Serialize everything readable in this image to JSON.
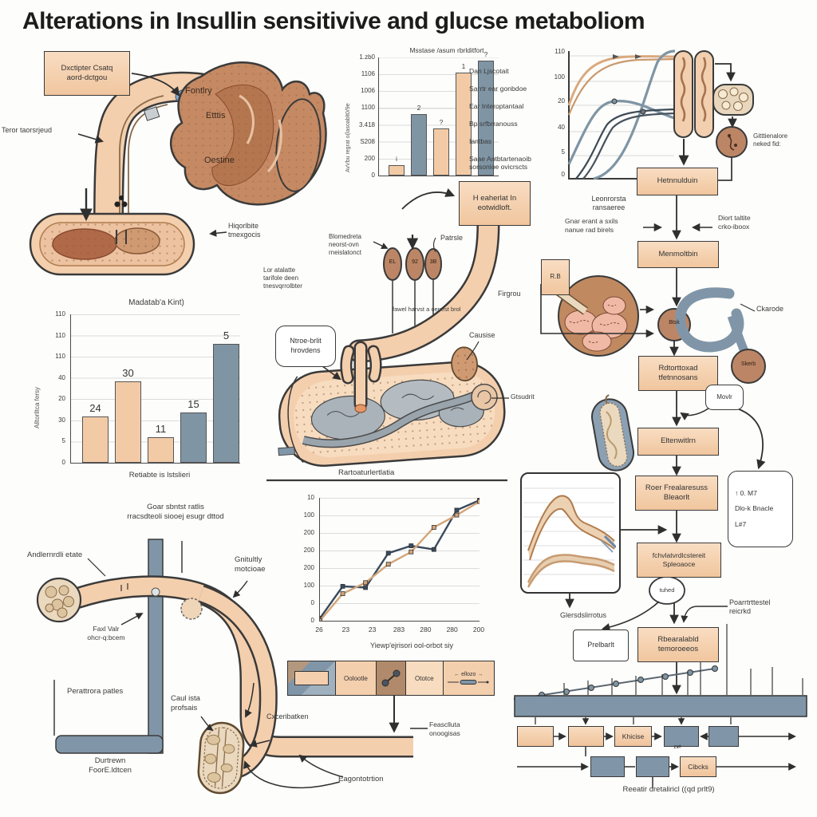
{
  "title": "Alterations in Insullin sensitivive and glucse metaboliom",
  "colors": {
    "peach": "#f4cfad",
    "blue": "#8096a8",
    "brown": "#c08960",
    "ink": "#2f2f2f",
    "tan_line": "#d3a579",
    "navy_line": "#3a4a5e"
  },
  "digestive_panel": {
    "callout": "Dxctipter Csatq\naord-dctgou",
    "left_label": "Teror taorsrjeud",
    "stomach_top": "Fontlry",
    "stomach_mid": "Etttis",
    "stomach_bottom": "Oestine",
    "capsule_label": "Hiqorlbite\ntmexgocis"
  },
  "charts": {
    "topMid": {
      "type": "bar",
      "title": "Msstase /asum rbrlditfort",
      "ylabel": "AvVbu regrat o(lasoablt0/9e",
      "yticks": [
        "1.zb0",
        "1106",
        "1006",
        "1100",
        "3.418",
        "S208",
        "200",
        "0"
      ],
      "bars": [
        {
          "note": "i",
          "value_pct": 9,
          "color": "peach"
        },
        {
          "note": "2",
          "value_pct": 52,
          "color": "blue"
        },
        {
          "note": "?",
          "value_pct": 40,
          "color": "peach"
        },
        {
          "note": "1",
          "value_pct": 87,
          "color": "peach"
        },
        {
          "note": "?",
          "value_pct": 97,
          "color": "blue"
        }
      ],
      "side_list": [
        "Dan Ljscotait",
        "Sarrtr ear gonbdoe",
        "Ear Interoptantaal",
        "Bp srfbrranouss",
        "Iantbas",
        "Saae Antbtartenaoib\nsorsonioe ovicrscts"
      ]
    },
    "topRight": {
      "type": "line",
      "yticks": [
        "110",
        "100",
        "20",
        "40",
        "5",
        "0"
      ],
      "series": [
        {
          "name": "tan-upper",
          "color": "#d9a97f"
        },
        {
          "name": "tan-lower",
          "color": "#c9996f"
        },
        {
          "name": "blue-peak",
          "color": "#7f95a4"
        },
        {
          "name": "blue-steep",
          "color": "#7f95a4"
        },
        {
          "name": "dark-pair",
          "color": "#3d4a56"
        }
      ]
    },
    "midLeft": {
      "type": "bar",
      "title": "Madatab'a Kint)",
      "ylabel": "Alltorlltca fersy",
      "xlabel": "Retiabte is lstslieri",
      "yticks": [
        "110",
        "110",
        "110",
        "40",
        "20",
        "30",
        "5",
        "0"
      ],
      "bars": [
        {
          "label": "24",
          "value_pct": 31,
          "color": "peach"
        },
        {
          "label": "30",
          "value_pct": 55,
          "color": "peach"
        },
        {
          "label": "11",
          "value_pct": 17,
          "color": "peach"
        },
        {
          "label": "15",
          "value_pct": 34,
          "color": "blue"
        },
        {
          "label": "5",
          "value_pct": 80,
          "color": "blue"
        }
      ]
    },
    "bottomMid": {
      "type": "line",
      "yticks": [
        "10",
        "100",
        "200",
        "200",
        "200",
        "100",
        "0",
        "0"
      ],
      "xticks": [
        "26",
        "23",
        "23",
        "283",
        "280",
        "280",
        "200"
      ],
      "xlabel": "Yiewp'ejrisori ool-orbot siy",
      "series": [
        {
          "name": "dark",
          "color": "#3a4a5e",
          "values_pct": [
            2,
            28,
            27,
            55,
            61,
            58,
            90,
            100
          ]
        },
        {
          "name": "tan",
          "color": "#d3a579",
          "values_pct": [
            0,
            22,
            31,
            46,
            56,
            76,
            86,
            97
          ]
        }
      ]
    }
  },
  "center": {
    "h_box": "H eaherlat In\neotwidloft.",
    "biomed_label": "Blomedreta\nneorst-ovn\nrneislatonct",
    "patrsle": "Patrsle",
    "ovals": [
      "EL",
      "92",
      "3B"
    ],
    "left_text": "Lor atalatte\ntarifole deen\ntnesvqrrolbter",
    "tube_text": "fawel harvst a oenest brol",
    "white_box": "Ntroe-brlit\nhrovdens",
    "causise": "Causise",
    "gtaudnt": "Gtsudrit",
    "muscle_caption": "Rartoaturlertlatia"
  },
  "right_flow": {
    "hem_box": "Hetnnulduin",
    "cell_label": "Gitttienalore\nneked fid:",
    "note": "Leonrorsta\nransaeree",
    "left_arrow_label": "Gnar erant a sxils\nnanue rad birels",
    "right_arrow_label": "Diort taltite\ncrko-iboox",
    "metformin_box": "Menmoltbin",
    "btsk": "Btsk",
    "ckarode": "Ckarode",
    "skerb": "Skerb",
    "islet_box": "R.B",
    "islet_label": "Firgrou",
    "box_oxid": "Rdtorttoxad\ntfetnnosans",
    "bubble": "Movlr",
    "box_elten": "Eltenwitlrn",
    "box_roer": "Roer Frealaresuss\nBleaorlt",
    "side_box": [
      "↑ 0. M7",
      "Dlo-k Bnacle",
      "L#7"
    ],
    "box_fchv": "fchvlatvrdlcstereit\nSpleoaoce",
    "oval": "tuhed",
    "small_chart_label": "Glersdslirrotus",
    "white_box2": "Prelbarlt",
    "box_rbear": "Rbearalabld\ntemoroeeos",
    "right_label": "Poarrtrttestel\nreicrkd"
  },
  "bottom_left": {
    "header": "Goar sbntst ratlis\nrracsdteoli siooej esugr dttod",
    "andlern": "Andlernrdli etate",
    "gnitultly": "Gnitultly\nmotcioae",
    "faxl": "Faxl Valr\nohcr-q:bcem",
    "perattrora": "Perattrora patles",
    "durtrewn": "Durtrewn\nFoorE.ldtcen",
    "caulista": "Caul ista\nprofsais",
    "eagon": "Eagontotrtion"
  },
  "bottom_mid_extra": {
    "legend_cells": {
      "c2": "Oolootle",
      "c4": "Ototce",
      "c5_top": "← ellozo →"
    },
    "cxcer": "Cxceribatken",
    "feascl": "Feasclluta\nonoogisas"
  },
  "bottom_right_flow": {
    "khicise": "Khicise",
    "cibcks": "Cibcks",
    "swap_glyph": "z⇄",
    "caption": "Reeatir dretaliricl ((qd prlt9)"
  }
}
